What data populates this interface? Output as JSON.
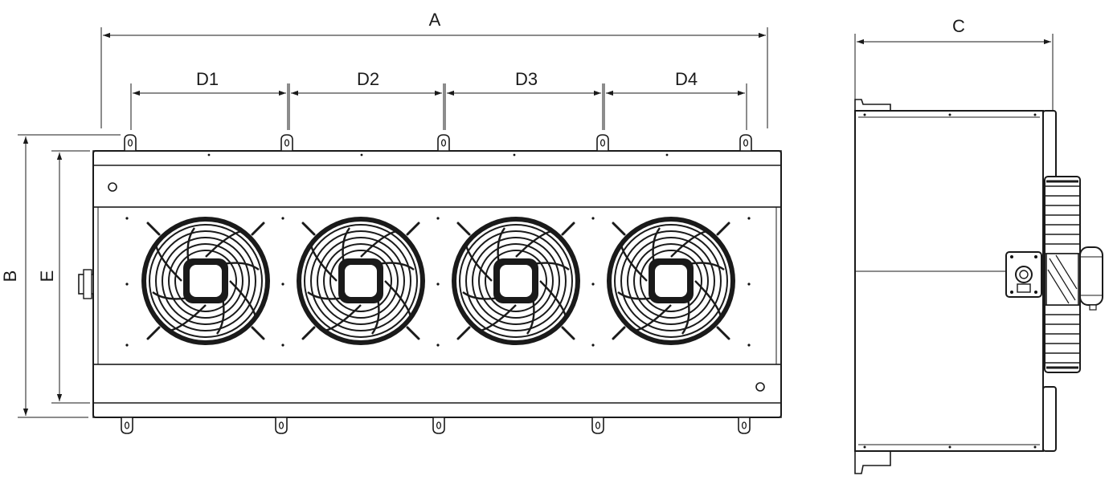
{
  "dimensions": {
    "A": "A",
    "B": "B",
    "C": "C",
    "E": "E",
    "D1": "D1",
    "D2": "D2",
    "D3": "D3",
    "D4": "D4"
  },
  "colors": {
    "line": "#1a1a1a",
    "fill": "#ffffff"
  },
  "fan_count": 4
}
